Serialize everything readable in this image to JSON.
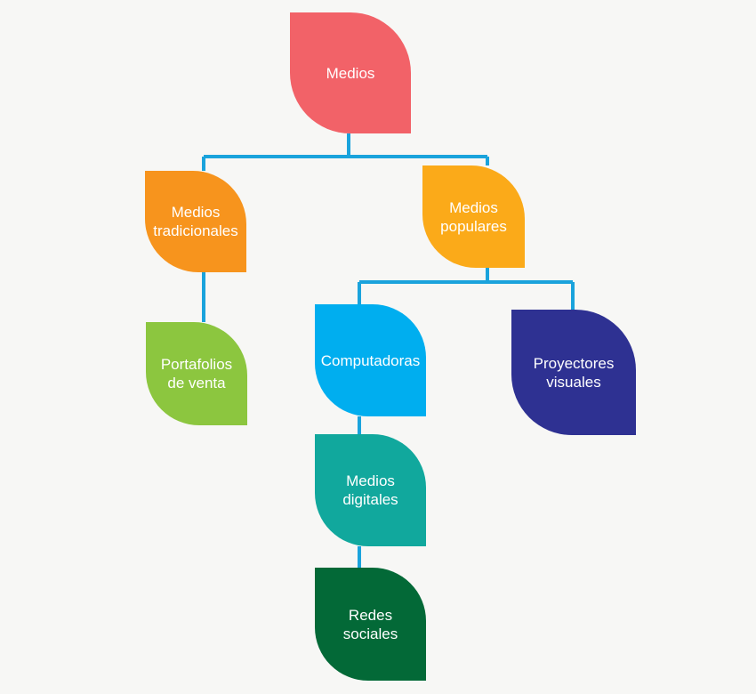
{
  "colors": {
    "connector": "#1aa3dc",
    "background": "#f7f7f5"
  },
  "nodes": {
    "medios": {
      "label_line1": "Medios",
      "label_line2": "",
      "color": "#f26268"
    },
    "medios_tradicionales": {
      "label_line1": "Medios",
      "label_line2": "tradicionales",
      "color": "#f7941d"
    },
    "medios_populares": {
      "label_line1": "Medios",
      "label_line2": "populares",
      "color": "#fbaa19"
    },
    "portafolios_de_venta": {
      "label_line1": "Portafolios",
      "label_line2": "de venta",
      "color": "#8cc63f"
    },
    "computadoras": {
      "label_line1": "Computadoras",
      "label_line2": "",
      "color": "#00aeef"
    },
    "proyectores_visuales": {
      "label_line1": "Proyectores",
      "label_line2": "visuales",
      "color": "#2e3192"
    },
    "medios_digitales": {
      "label_line1": "Medios",
      "label_line2": "digitales",
      "color": "#11a89d"
    },
    "redes_sociales": {
      "label_line1": "Redes",
      "label_line2": "sociales",
      "color": "#036937"
    }
  }
}
